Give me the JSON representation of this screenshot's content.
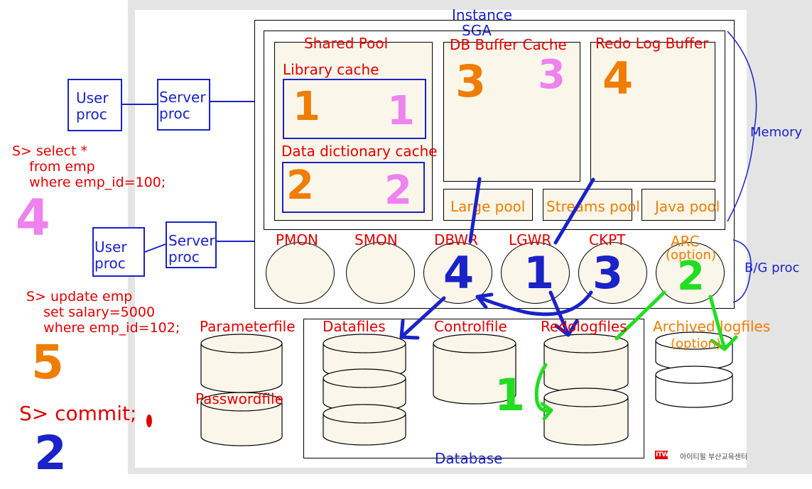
{
  "instance": {
    "title": "Instance",
    "sga_label": "SGA"
  },
  "sga": {
    "shared_pool": {
      "title": "Shared Pool",
      "library_cache": "Library cache",
      "data_dictionary_cache": "Data dictionary cache"
    },
    "db_buffer_cache": "DB Buffer Cache",
    "redo_log_buffer": "Redo Log Buffer",
    "large_pool": "Large pool",
    "streams_pool": "Streams pool",
    "java_pool": "Java pool"
  },
  "side_labels": {
    "memory": "Memory",
    "bg_proc": "B/G proc"
  },
  "processes": {
    "pmon": "PMON",
    "smon": "SMON",
    "dbwr": "DBWR",
    "lgwr": "LGWR",
    "ckpt": "CKPT",
    "arc": "ARC",
    "arc_option": "(option)"
  },
  "clients": {
    "user_proc_1": "User\nproc",
    "server_proc_1": "Server\nproc",
    "user_proc_2": "User\nproc",
    "server_proc_2": "Server\nproc"
  },
  "files": {
    "parameterfile": "Parameterfile",
    "passwordfile": "Passwordfile",
    "datafiles": "Datafiles",
    "controlfile": "Controlfile",
    "redologfiles": "Redologfiles",
    "archived_logfiles": "Archived logfiles",
    "archived_option": "(option)",
    "database": "Database"
  },
  "sql": {
    "select": "S> select *\n    from emp\n    where emp_id=100;",
    "update": "S> update emp\n    set salary=5000\n    where emp_id=102;",
    "commit": "S> commit;"
  },
  "annotations": {
    "lib_orange": "1",
    "lib_pink": "1",
    "dict_orange": "2",
    "dict_pink": "2",
    "buf_orange": "3",
    "buf_pink": "3",
    "redo_orange": "4",
    "select_pink": "4",
    "update_orange": "5",
    "commit_blue": "2",
    "dbwr_blue": "4",
    "lgwr_blue": "1",
    "ckpt_blue": "3",
    "arc_green": "2",
    "redo_green": "1"
  },
  "logo": {
    "brand": "ITWILL",
    "caption": "아이티윌 부산교육센터"
  },
  "colors": {
    "blue": "#1a22c8",
    "red": "#e00000",
    "orange": "#ef7d00",
    "pink": "#ee82ee",
    "green": "#22dd22",
    "cream": "#fbf6ea"
  }
}
